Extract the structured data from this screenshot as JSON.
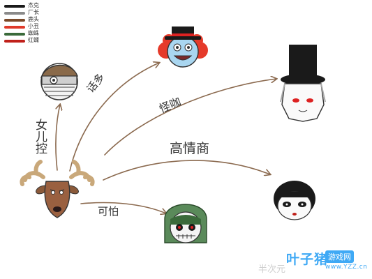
{
  "legend": [
    {
      "label": "杰克",
      "color": "#1a1a1a"
    },
    {
      "label": "厂长",
      "color": "#8a8a8a"
    },
    {
      "label": "鹿头",
      "color": "#7a4a2a"
    },
    {
      "label": "小丑",
      "color": "#e03a2a"
    },
    {
      "label": "蜘蛛",
      "color": "#3a6a3a"
    },
    {
      "label": "红蝶",
      "color": "#c0201a"
    }
  ],
  "edges": {
    "to_boy": "女儿控",
    "to_clown": "话多",
    "to_jack": "怪咖",
    "to_butterfly": "高情商",
    "to_spider": "可怕"
  },
  "watermark": {
    "left_text": "半次元",
    "logo": "叶子猪",
    "badge": "游戏网",
    "url": "www.YZZ.cn"
  }
}
